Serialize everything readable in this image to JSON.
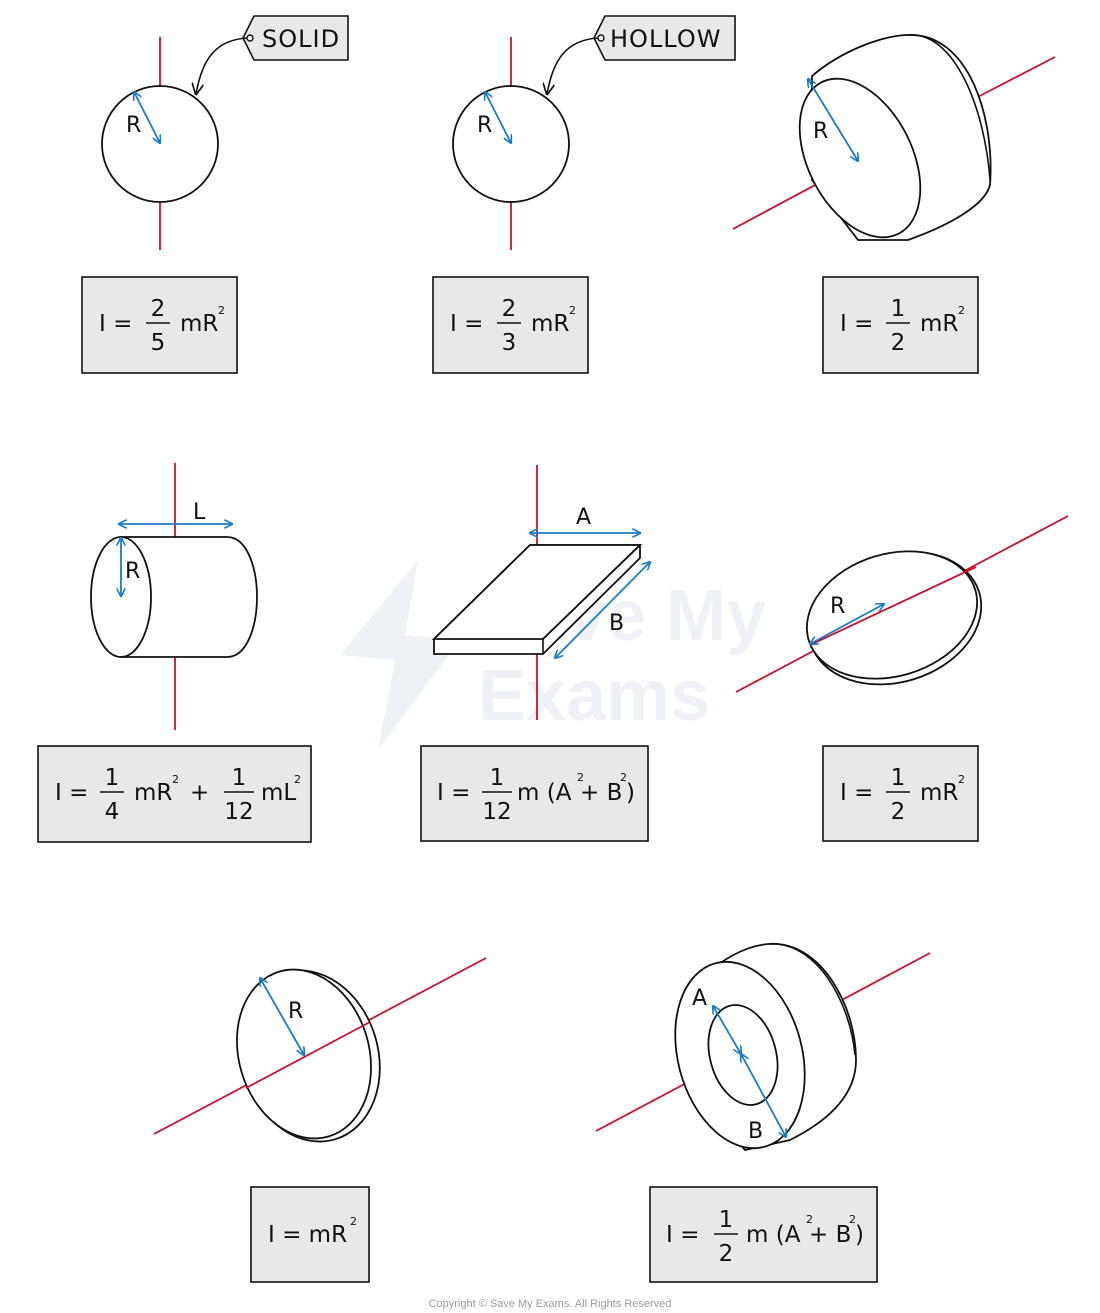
{
  "labels": {
    "solid": "SOLID",
    "hollow": "HOLLOW",
    "r": "R",
    "l": "L",
    "a": "A",
    "b": "B"
  },
  "equations": {
    "solid_sphere": {
      "lhs": "I =",
      "num": "2",
      "den": "5",
      "tail": "mR",
      "sup": "2"
    },
    "hollow_sphere": {
      "lhs": "I =",
      "num": "2",
      "den": "3",
      "tail": "mR",
      "sup": "2"
    },
    "solid_cylinder_axis": {
      "lhs": "I =",
      "num": "1",
      "den": "2",
      "tail": "mR",
      "sup": "2"
    },
    "cylinder_perpendicular": {
      "lhs": "I =",
      "num1": "1",
      "den1": "4",
      "tail1": "mR",
      "sup1": "2",
      "plus": "+",
      "num2": "1",
      "den2": "12",
      "tail2": "mL",
      "sup2": "2"
    },
    "rectangular_plate": {
      "lhs": "I =",
      "num": "1",
      "den": "12",
      "pre": "m (A",
      "supA": "2",
      "mid": "+ B",
      "supB": "2",
      "close": ")"
    },
    "thin_disc": {
      "lhs": "I =",
      "num": "1",
      "den": "2",
      "tail": "mR",
      "sup": "2"
    },
    "hoop": {
      "lhs": "I = mR",
      "sup": "2"
    },
    "annular_cylinder": {
      "lhs": "I =",
      "num": "1",
      "den": "2",
      "pre": "m (A",
      "supA": "2",
      "mid": "+ B",
      "supB": "2",
      "close": ")"
    }
  },
  "watermark": {
    "line1": "Save My",
    "line2": "Exams"
  },
  "copyright": "Copyright © Save My Exams. All Rights Reserved"
}
